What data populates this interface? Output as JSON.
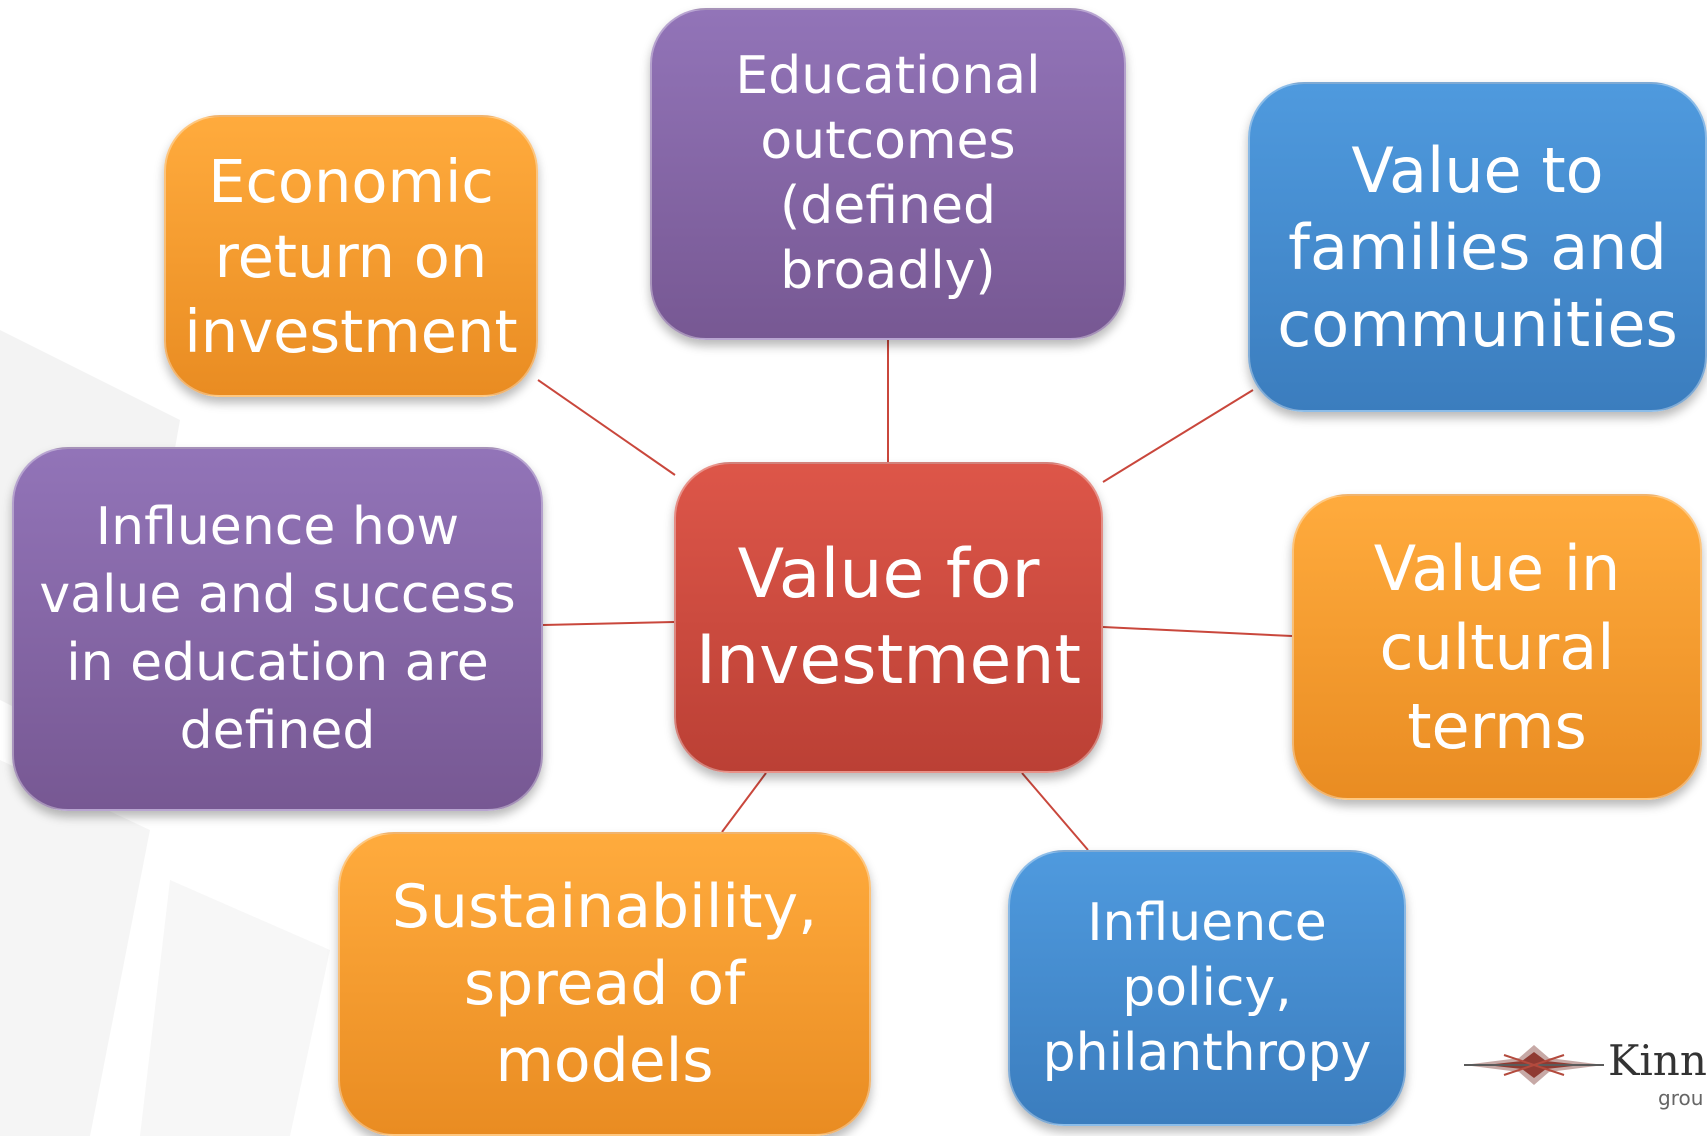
{
  "diagram": {
    "center": {
      "label": "Value for\nInvestment"
    },
    "nodes": [
      {
        "label": "Economic\nreturn on\ninvestment",
        "color": "orange"
      },
      {
        "label": "Educational\noutcomes\n(defined\nbroadly)",
        "color": "purple"
      },
      {
        "label": "Value to\nfamilies and\ncommunities",
        "color": "blue"
      },
      {
        "label": "Influence how\nvalue and success\nin education are\ndefined",
        "color": "purple"
      },
      {
        "label": "Value in\ncultural\nterms",
        "color": "orange"
      },
      {
        "label": "Sustainability,\nspread of\nmodels",
        "color": "orange"
      },
      {
        "label": "Influence\npolicy,\nphilanthropy",
        "color": "blue"
      }
    ]
  },
  "logo": {
    "text": "Kinn",
    "subtext": "grou"
  },
  "colors": {
    "orange": "#f39a2e",
    "purple": "#8464a7",
    "blue": "#458cd0",
    "red": "#cc4b3e",
    "connector": "#c9473c"
  }
}
